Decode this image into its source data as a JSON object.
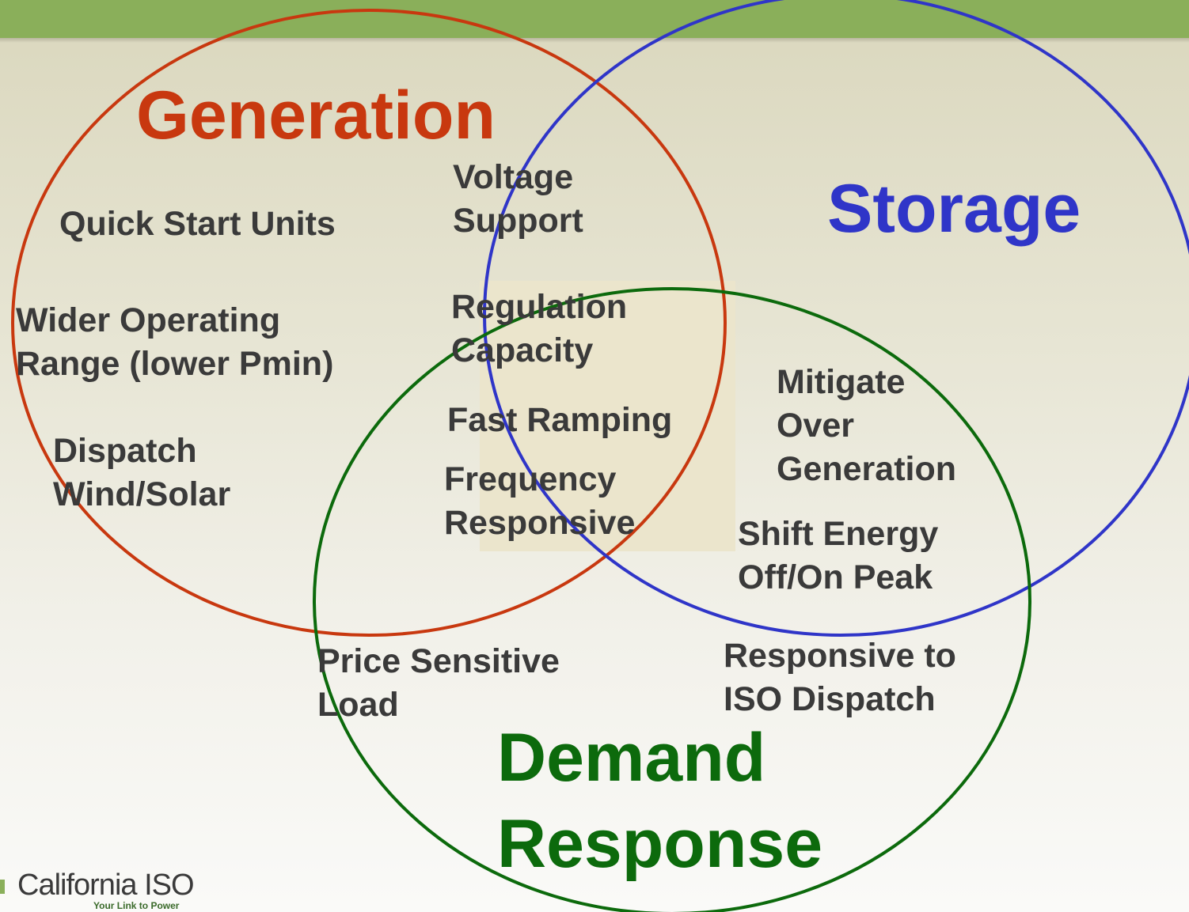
{
  "headings": {
    "generation": "Generation",
    "storage": "Storage",
    "demand_line1": "Demand",
    "demand_line2": "Response"
  },
  "items": {
    "quick_start": "Quick Start Units",
    "wider_line1": "Wider Operating",
    "wider_line2": "Range (lower Pmin)",
    "dispatch_line1": "Dispatch",
    "dispatch_line2": "Wind/Solar",
    "voltage_line1": "Voltage",
    "voltage_line2": "Support",
    "regulation_line1": "Regulation",
    "regulation_line2": "Capacity",
    "fast_ramping": "Fast Ramping",
    "frequency_line1": "Frequency",
    "frequency_line2": "Responsive",
    "mitigate_line1": "Mitigate",
    "mitigate_line2": "Over",
    "mitigate_line3": "Generation",
    "shift_line1": "Shift Energy",
    "shift_line2": "Off/On Peak",
    "price_line1": "Price Sensitive",
    "price_line2": "Load",
    "responsive_line1": "Responsive to",
    "responsive_line2": "ISO Dispatch"
  },
  "logo": {
    "name": "California ISO",
    "tagline": "Your Link to Power"
  },
  "colors": {
    "generation": "#c8380f",
    "storage": "#2f35c8",
    "demand_response": "#0c6a0c",
    "header_bar": "#8aaf5a"
  }
}
